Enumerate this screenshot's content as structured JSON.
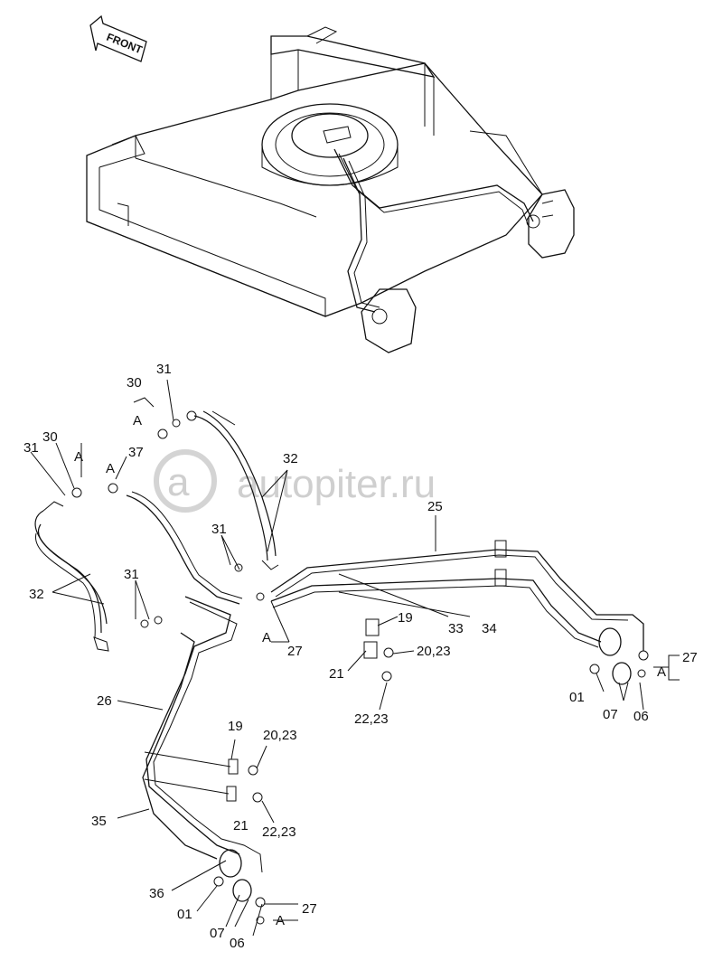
{
  "front_arrow": {
    "label": "FRONT"
  },
  "watermark": {
    "text": "autopiter.ru"
  },
  "callouts": {
    "c25": "25",
    "c26": "26",
    "c27a": "27",
    "c27b": "27",
    "c27c": "27",
    "c30a": "30",
    "c30b": "30",
    "c31a": "31",
    "c31b": "31",
    "c31c": "31",
    "c31d": "31",
    "c32a": "32",
    "c32b": "32",
    "c33": "33",
    "c34": "34",
    "c35": "35",
    "c36": "36",
    "c37": "37",
    "c19a": "19",
    "c19b": "19",
    "c21a": "21",
    "c21b": "21",
    "c2023a": "20,23",
    "c2023b": "20,23",
    "c2223a": "22,23",
    "c2223b": "22,23",
    "c01a": "01",
    "c01b": "01",
    "c07a": "07",
    "c07b": "07",
    "c06a": "06",
    "c06b": "06",
    "cA1": "A",
    "cA2": "A",
    "cA3": "A",
    "cA4": "A",
    "cA5": "A",
    "cA6": "A"
  }
}
